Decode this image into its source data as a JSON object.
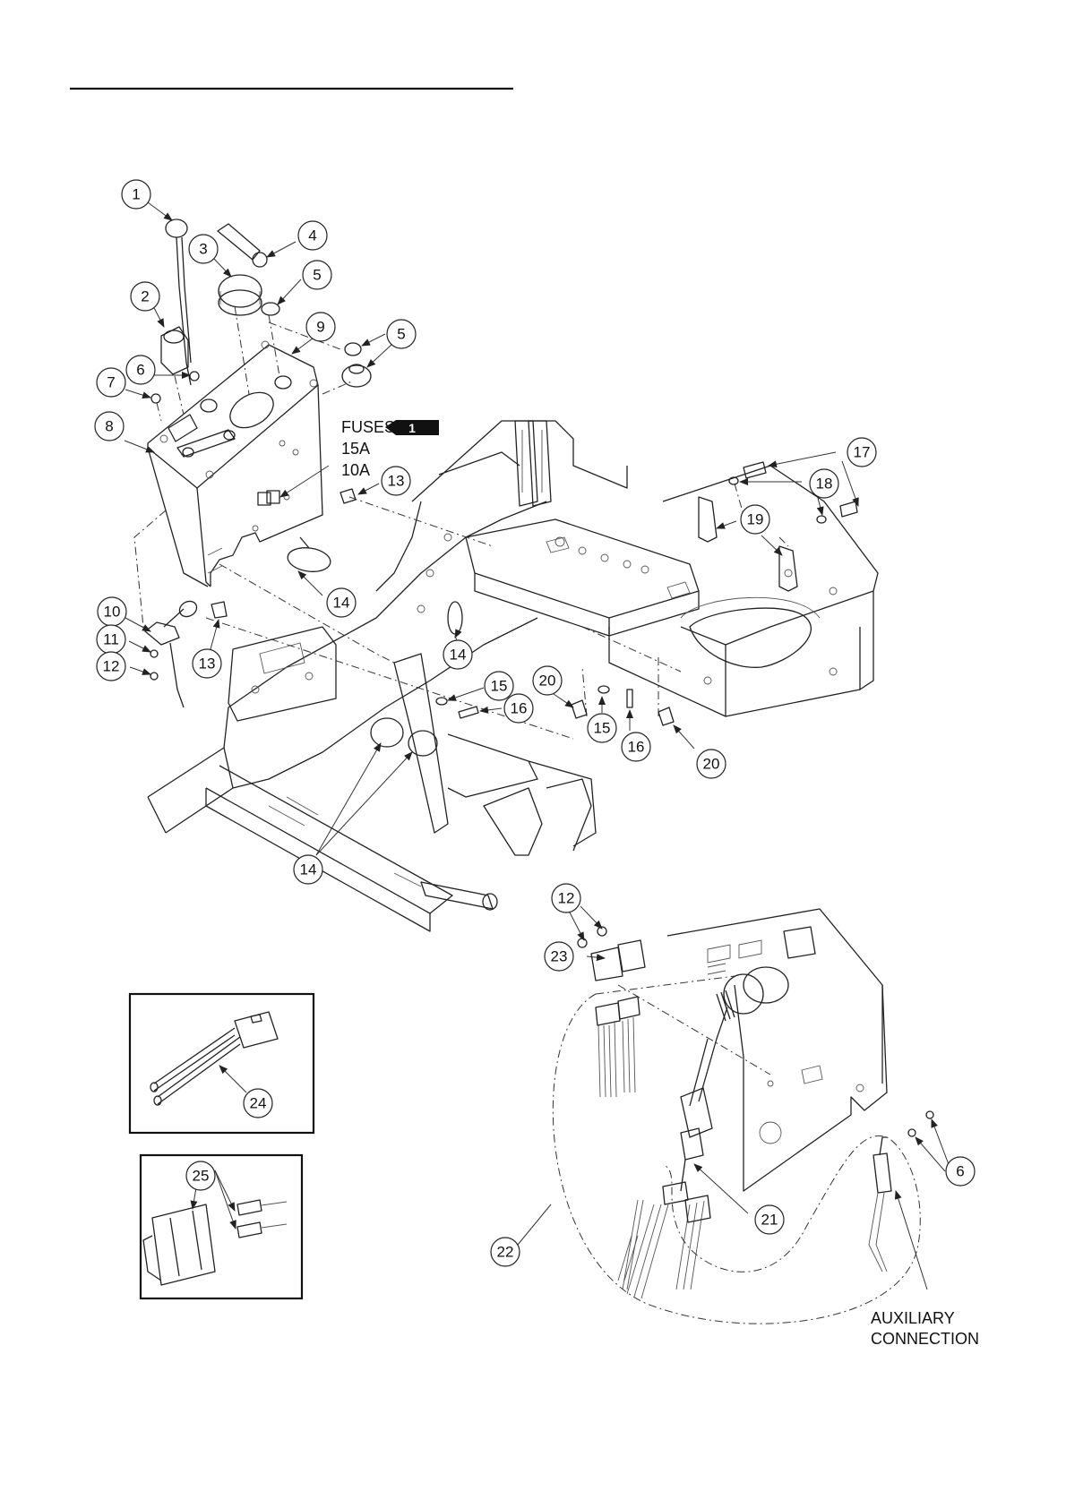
{
  "header": {
    "rule_color": "#111111"
  },
  "callouts": [
    "1",
    "2",
    "3",
    "4",
    "5",
    "5",
    "6",
    "7",
    "8",
    "9",
    "10",
    "11",
    "12",
    "13",
    "13",
    "14",
    "14",
    "14",
    "15",
    "15",
    "16",
    "16",
    "17",
    "18",
    "19",
    "20",
    "20",
    "12",
    "23",
    "6",
    "21",
    "22",
    "24",
    "25"
  ],
  "labels": {
    "fuses": "FUSES",
    "fuse_ref": "1",
    "fuse_15": "15A",
    "fuse_10": "10A",
    "aux_line1": "AUXILIARY",
    "aux_line2": "CONNECTION"
  }
}
